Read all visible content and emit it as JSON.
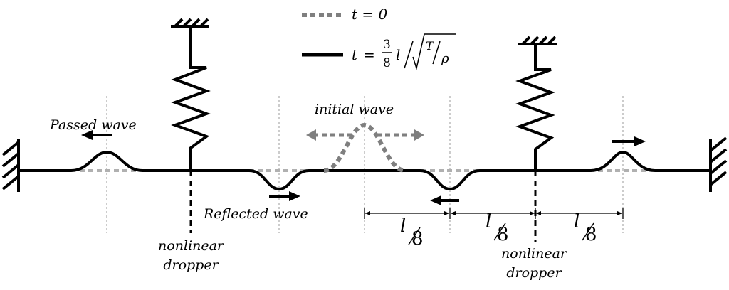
{
  "legend": {
    "initial_label": "t = 0",
    "final_var": "t",
    "final_eq": "=",
    "final_num": "3",
    "final_den": "8",
    "final_l": "l",
    "final_T": "T",
    "final_rho": "ρ"
  },
  "labels": {
    "initial_wave": "initial wave",
    "passed_wave": "Passed wave",
    "reflected_wave": "Reflected wave",
    "dropper_left_line1": "nonlinear",
    "dropper_left_line2": "dropper",
    "dropper_right_line1": "nonlinear",
    "dropper_right_line2": "dropper"
  },
  "dimensions": [
    {
      "num": "l",
      "den": "8"
    },
    {
      "num": "l",
      "den": "8"
    },
    {
      "num": "l",
      "den": "8"
    }
  ],
  "colors": {
    "string": "#000000",
    "initial_wave": "#7f7f7f",
    "initial_arrow": "#7f7f7f",
    "baseline_dotted": "#b0b0b0",
    "guide_line": "#999999"
  },
  "icons": [
    "wall-icon",
    "spring-icon",
    "ground-hatch-icon",
    "arrow-icon"
  ]
}
